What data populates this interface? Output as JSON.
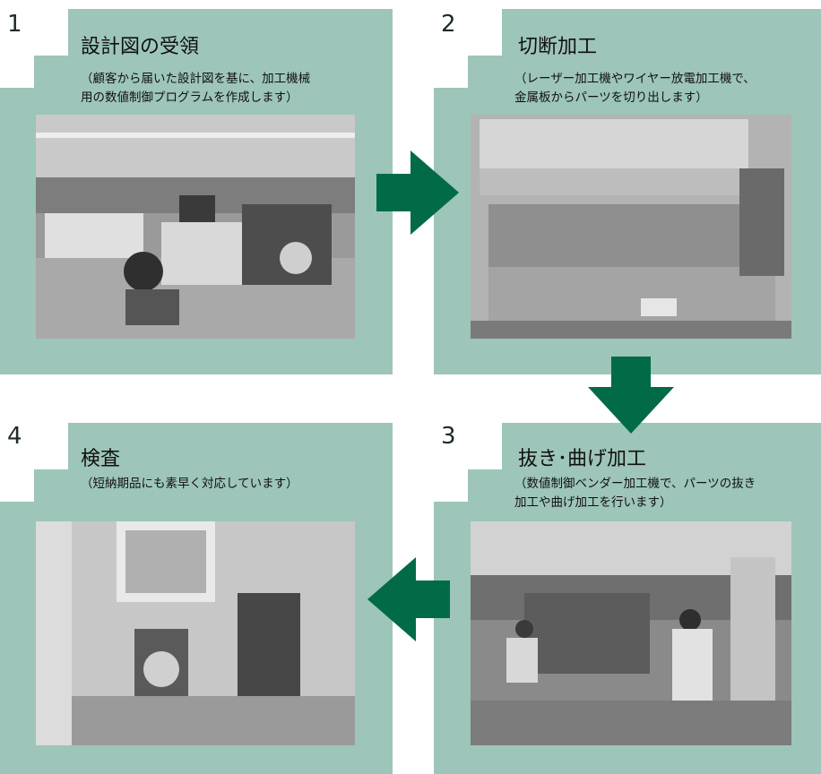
{
  "colors": {
    "panel": "#9dc5b9",
    "arrow": "#006b46",
    "background": "#ffffff"
  },
  "steps": [
    {
      "number": "1",
      "title": "設計図の受領",
      "desc": [
        "（顧客から届いた設計図を基に、加工機械",
        "用の数値制御プログラムを作成します）"
      ],
      "photo": "design-office-photo"
    },
    {
      "number": "2",
      "title": "切断加工",
      "desc": [
        "（レーザー加工機やワイヤー放電加工機で、",
        "金属板からパーツを切り出します）"
      ],
      "photo": "laser-cutter-photo"
    },
    {
      "number": "3",
      "title": "抜き･曲げ加工",
      "desc": [
        "（数値制御ベンダー加工機で、パーツの抜き",
        "加工や曲げ加工を行います）"
      ],
      "photo": "bending-workshop-photo"
    },
    {
      "number": "4",
      "title": "検査",
      "desc": [
        "（短納期品にも素早く対応しています）"
      ],
      "photo": "inspection-photo"
    }
  ],
  "arrows": [
    "arrow-right-icon",
    "arrow-down-icon",
    "arrow-left-icon"
  ]
}
